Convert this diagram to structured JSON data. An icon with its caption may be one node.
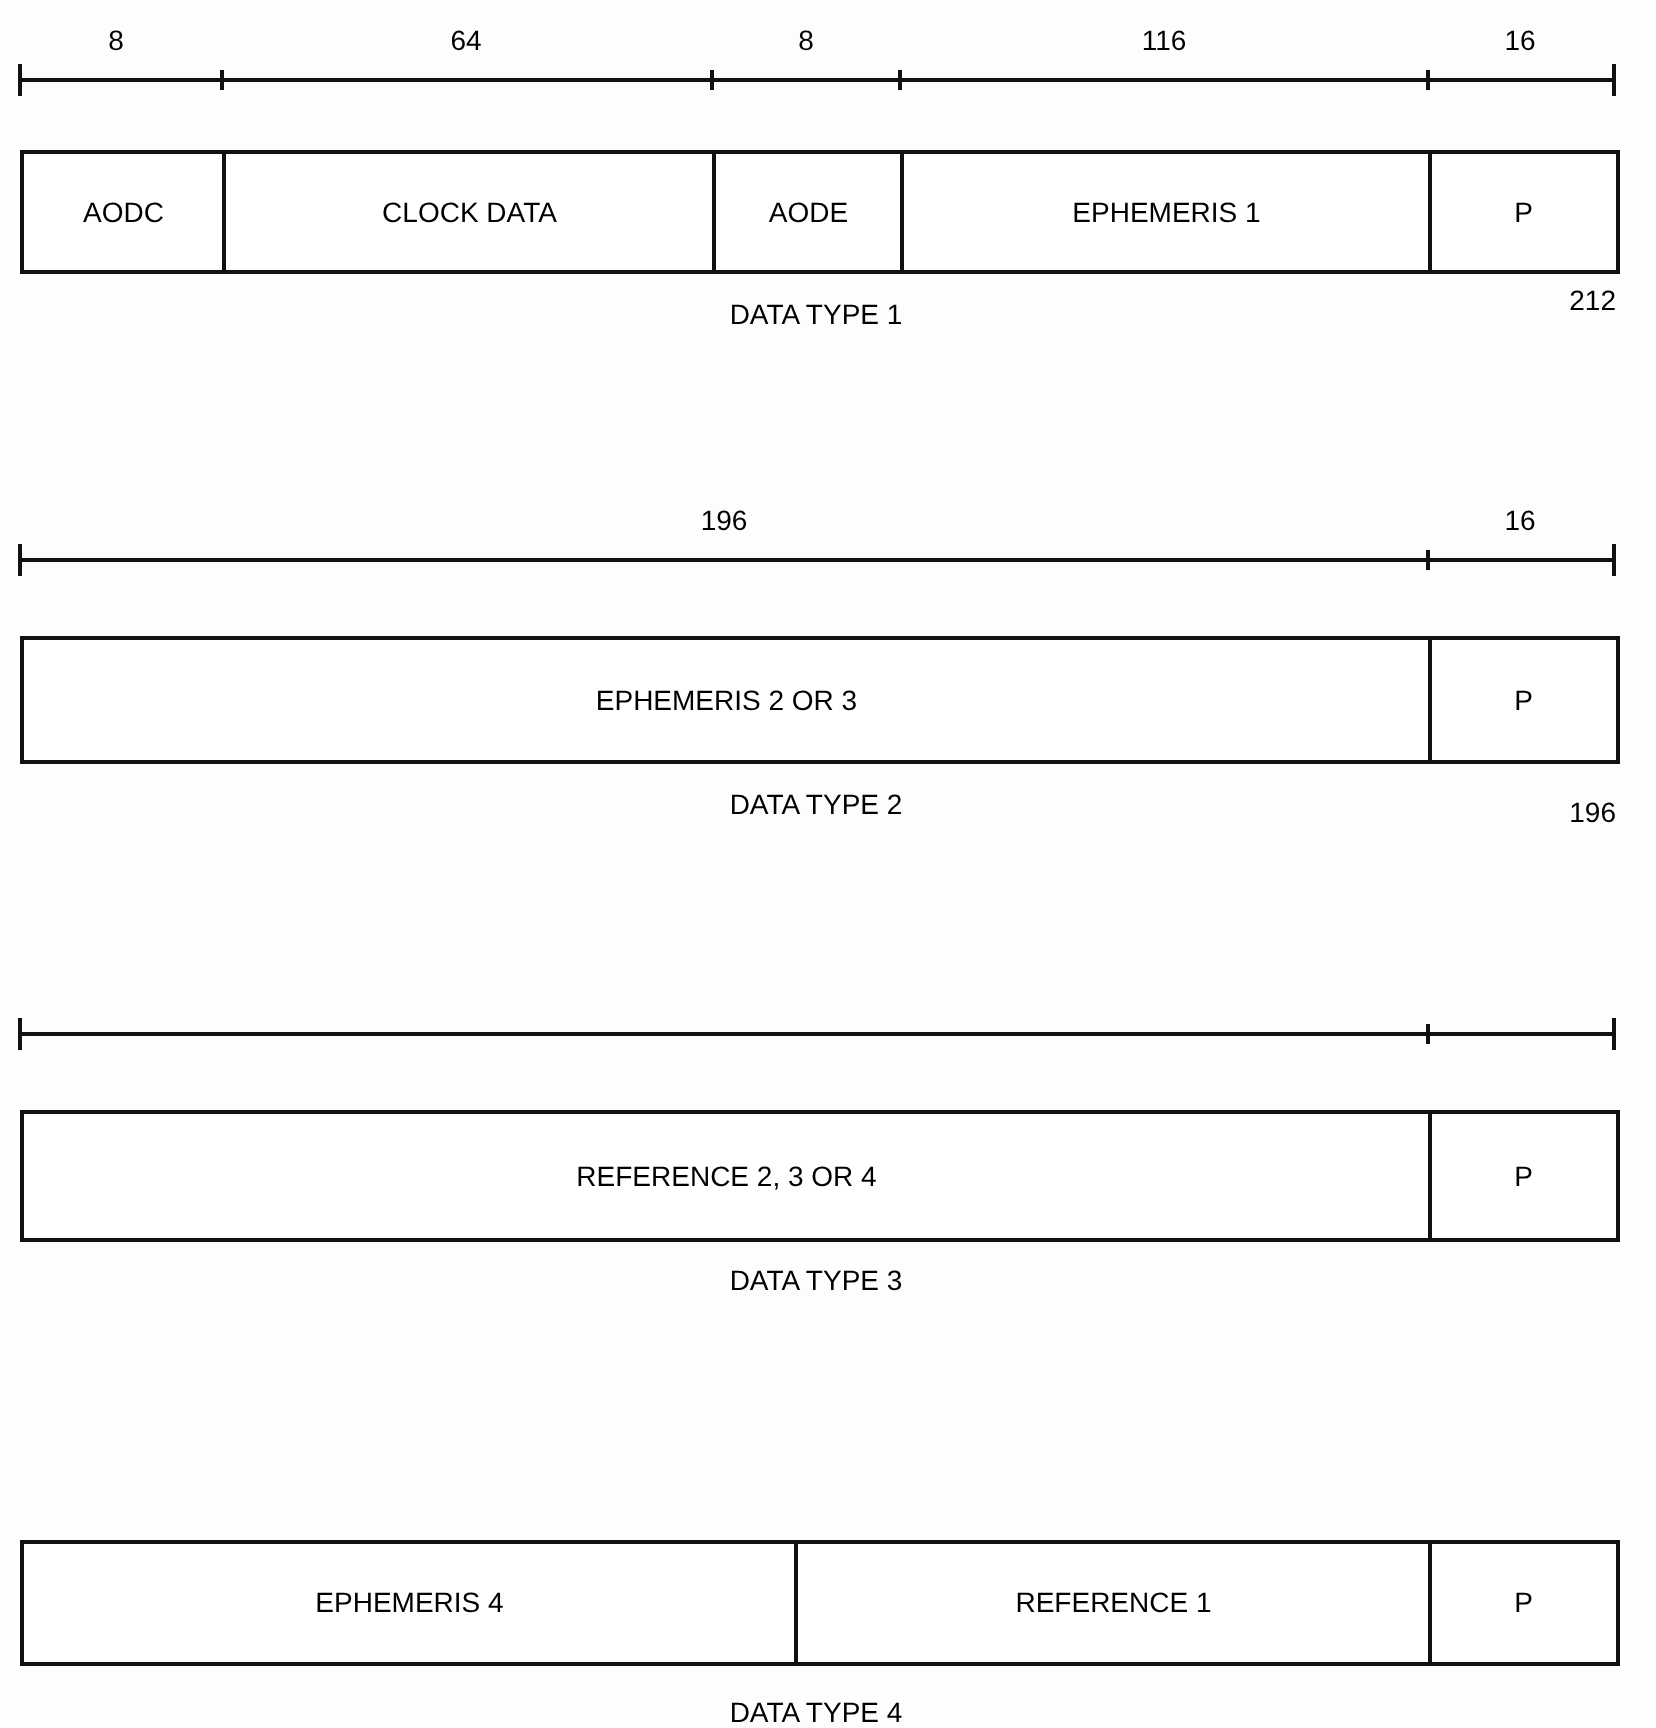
{
  "diagram": {
    "nodes": [
      {
        "text": [
          "AODC"
        ]
      },
      {
        "text": [
          "CLOCK DATA"
        ]
      },
      {
        "text": [
          "AODE"
        ]
      },
      {
        "text": [
          "EPHEMERIS 1"
        ]
      },
      {
        "text": [
          "P"
        ]
      },
      {
        "text": [
          "EPHEMERIS 2 OR 3"
        ]
      },
      {
        "text": [
          "P"
        ]
      },
      {
        "text": [
          "REFERENCE 2, 3 OR 4"
        ]
      },
      {
        "text": [
          "P"
        ]
      },
      {
        "text": [
          "EPHEMERIS 4"
        ]
      },
      {
        "text": [
          "REFERENCE 1"
        ]
      },
      {
        "text": [
          "P"
        ]
      }
    ],
    "edges": [],
    "labels": [
      "8",
      "64",
      "8",
      "116",
      "16",
      "DATA TYPE 1",
      "212",
      "196",
      "16",
      "DATA TYPE 2",
      "196",
      "DATA TYPE 3",
      "DATA TYPE 4"
    ]
  }
}
